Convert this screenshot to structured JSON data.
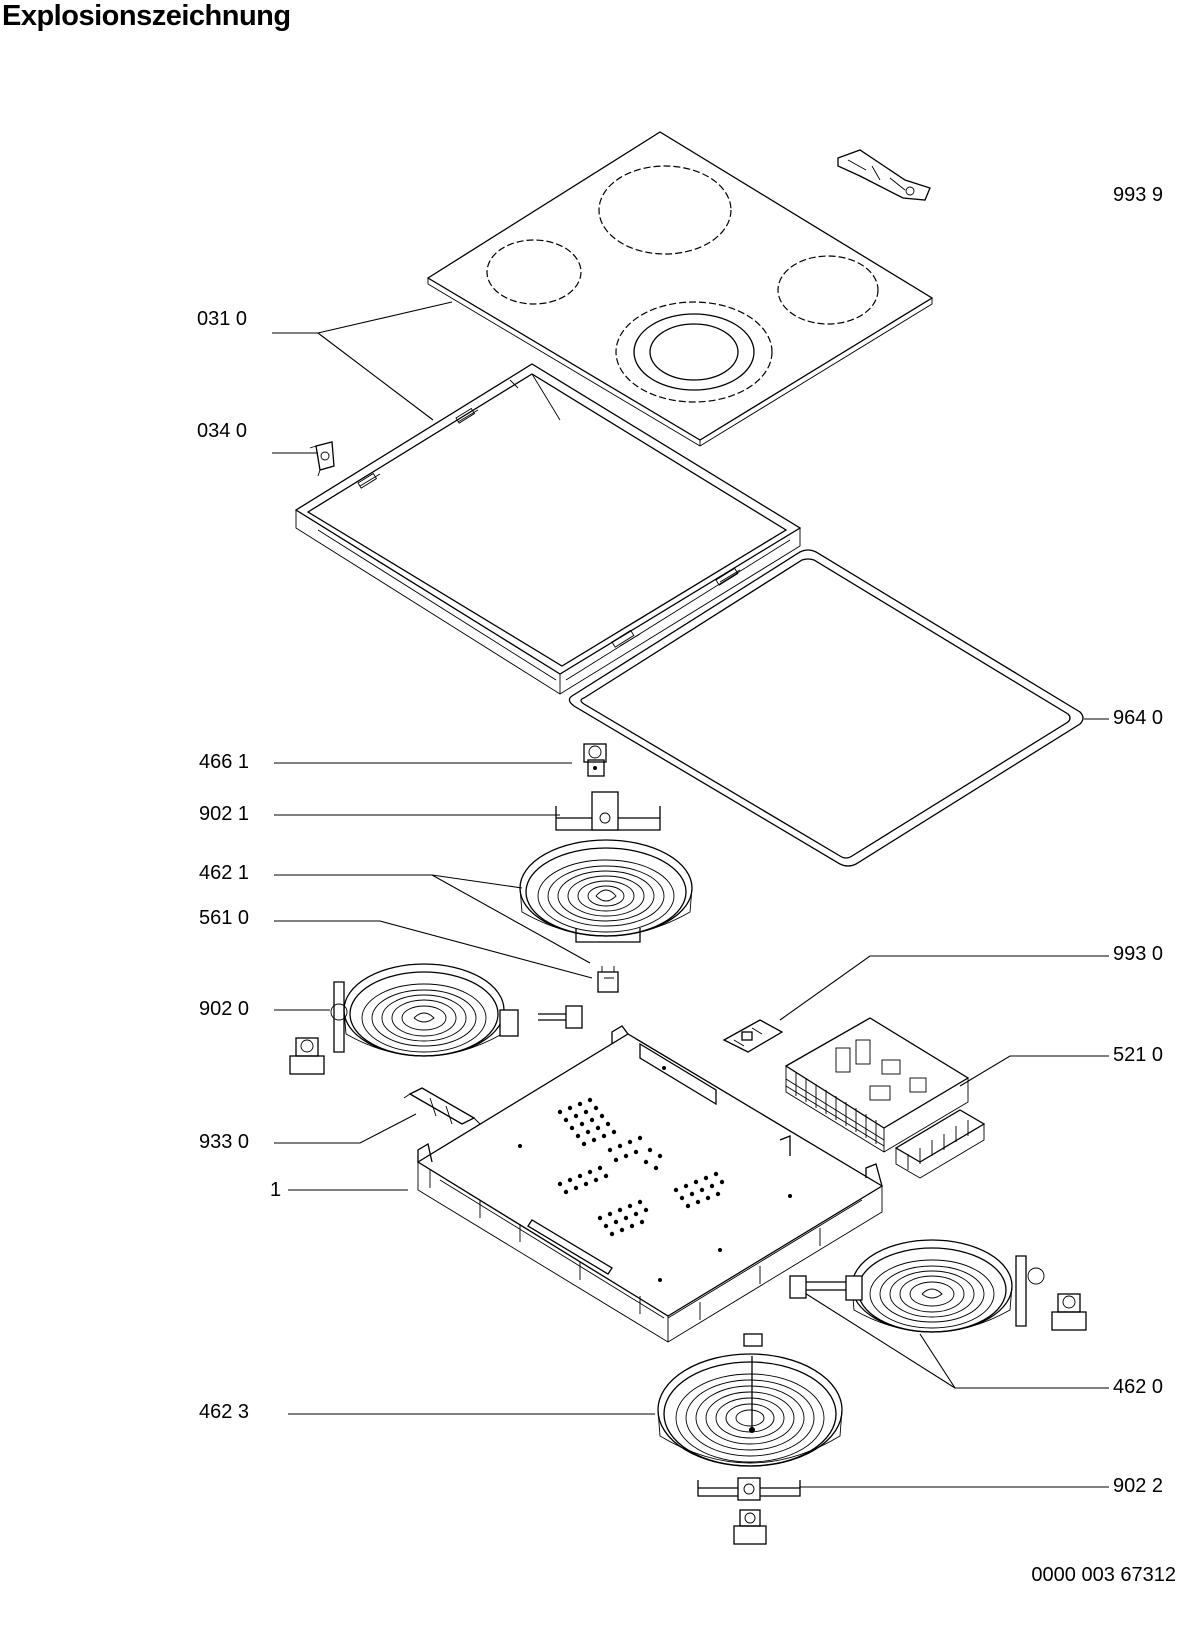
{
  "title": "Explosionszeichnung",
  "document_number": "0000 003 67312",
  "callouts": {
    "c9939": "993 9",
    "c0310": "031 0",
    "c0340": "034 0",
    "c9640": "964 0",
    "c4661": "466 1",
    "c9021": "902 1",
    "c4621": "462 1",
    "c5610": "561 0",
    "c9930": "993 0",
    "c9020": "902 0",
    "c5210": "521 0",
    "c9330": "933 0",
    "c1": "1",
    "c4620": "462 0",
    "c4623": "462 3",
    "c9022": "902 2"
  }
}
